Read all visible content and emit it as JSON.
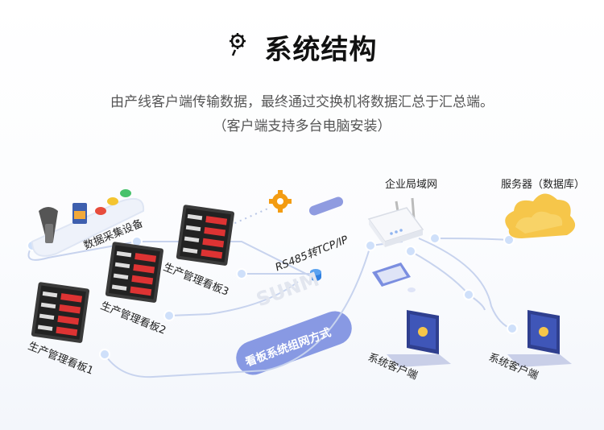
{
  "header": {
    "title": "系统结构",
    "subtitle_line1": "由产线客户端传输数据，最终通过交换机将数据汇总于汇总端。",
    "subtitle_line2": "（客户端支持多台电脑安装）"
  },
  "diagram": {
    "data_acquisition_label": "数据采集设备",
    "board1_label": "生产管理看板1",
    "board2_label": "生产管理看板2",
    "board3_label": "生产管理看板3",
    "protocol_label": "RS485转TCP/IP",
    "network_mode_label": "看板系统组网方式",
    "lan_label": "企业局域网",
    "server_label": "服务器（数据库）",
    "client1_label": "系统客户端",
    "client2_label": "系统客户端",
    "watermark": "SUNM"
  },
  "colors": {
    "line": "#c7d3ee",
    "node": "#cfe0fa",
    "accent": "#7b8ee0",
    "board_bg": "#3a3a3a",
    "cloud": "#f6c64a"
  }
}
